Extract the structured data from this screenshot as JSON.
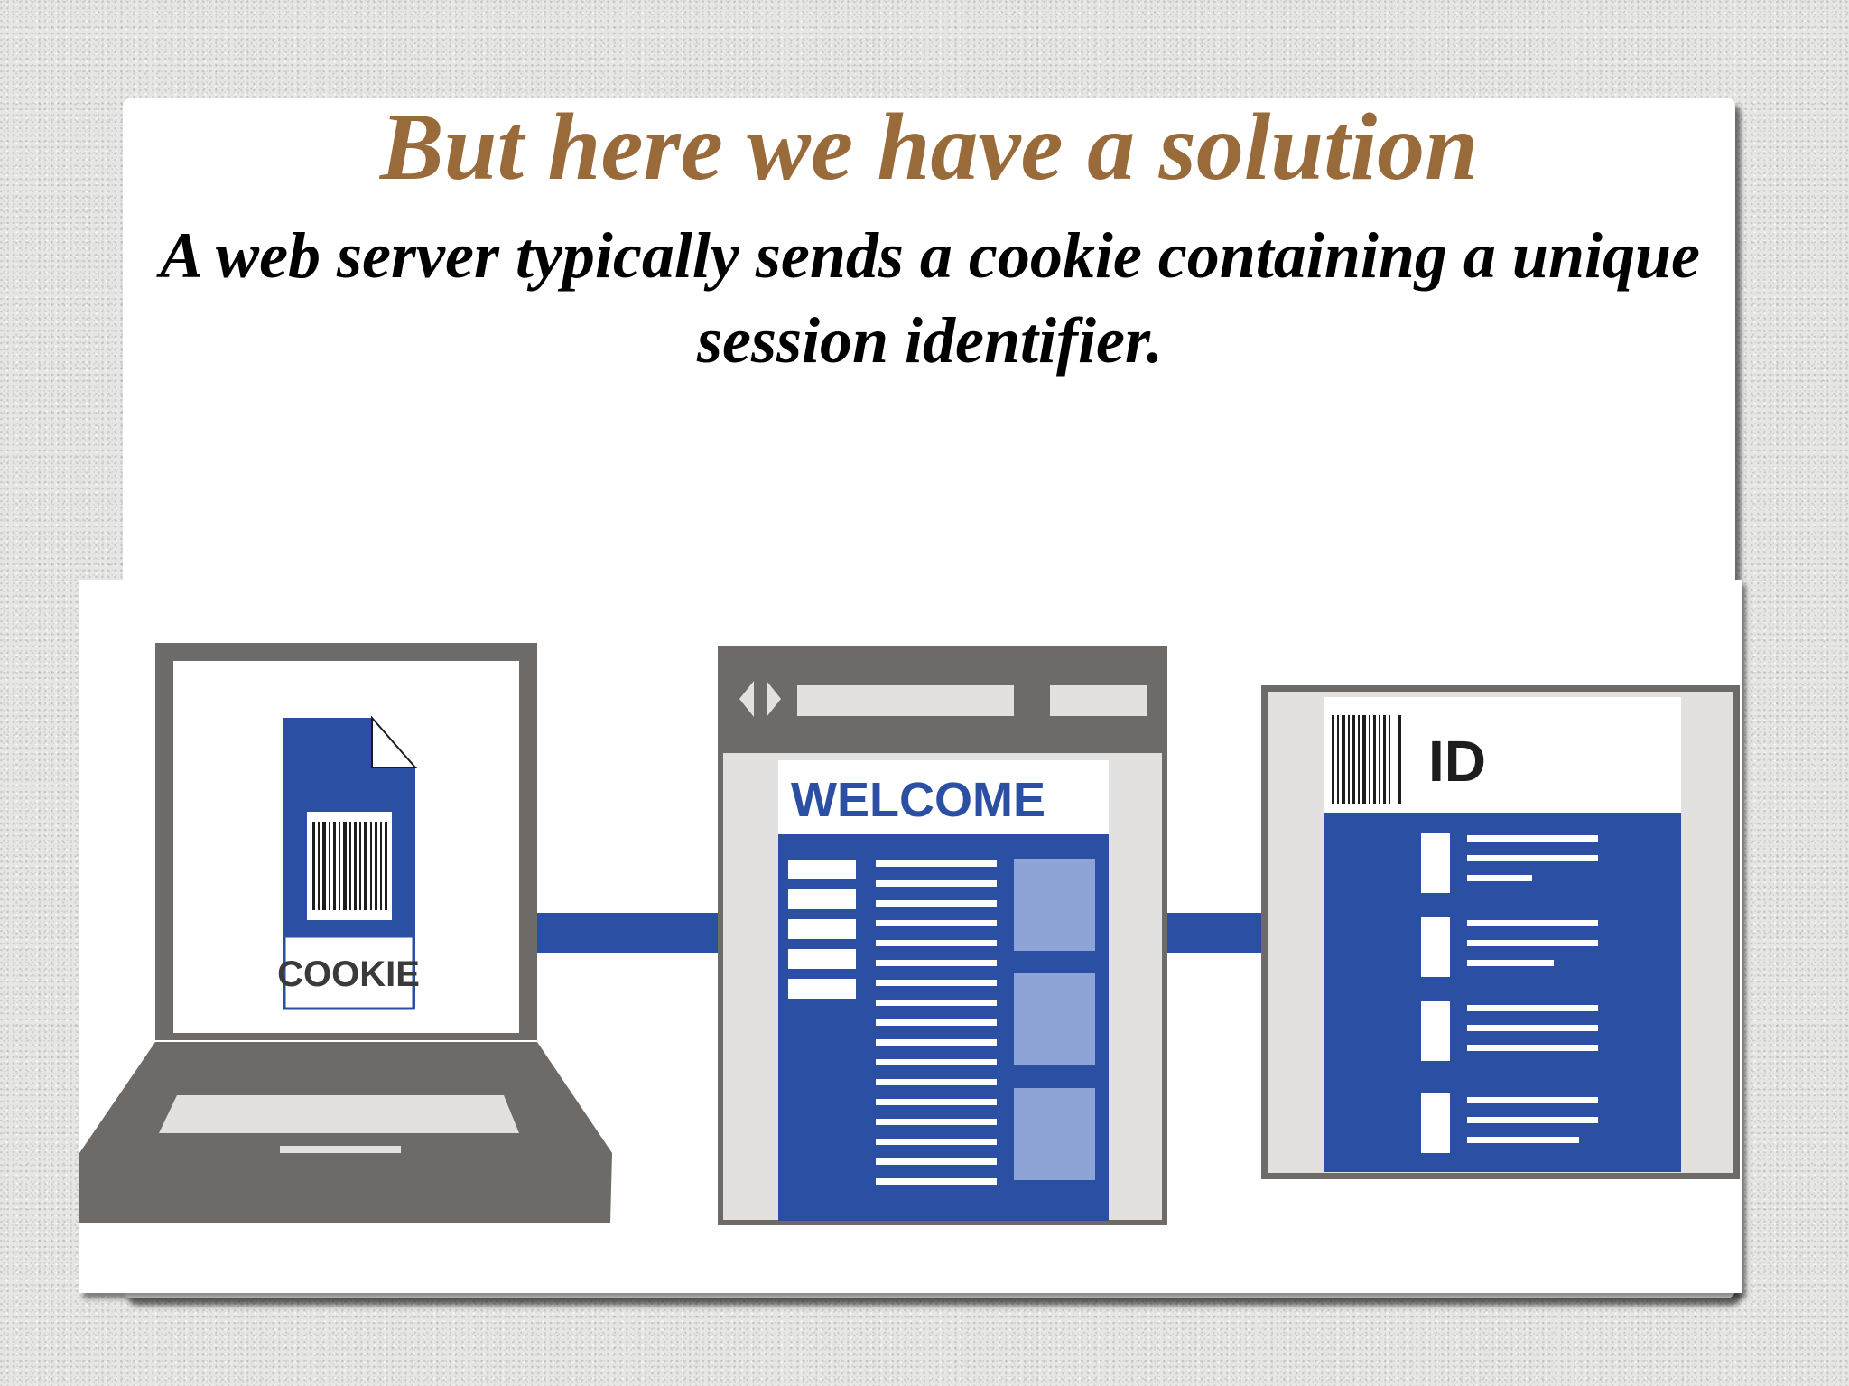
{
  "slide": {
    "title": "But here we have a solution",
    "subtitle": "A web server typically sends a cookie containing a unique session identifier."
  },
  "diagram": {
    "cookie_label": "COOKIE",
    "welcome_label": "WELCOME",
    "id_label": "ID",
    "icons": [
      "laptop-icon",
      "cookie-file-icon",
      "barcode-icon",
      "browser-window-icon",
      "id-card-icon"
    ],
    "colors": {
      "title": "#9a6b3a",
      "accent_blue": "#2b4fa3",
      "light_blue": "#8fa4d6",
      "frame_gray": "#6e6a67",
      "panel_gray": "#e3e1df"
    }
  }
}
